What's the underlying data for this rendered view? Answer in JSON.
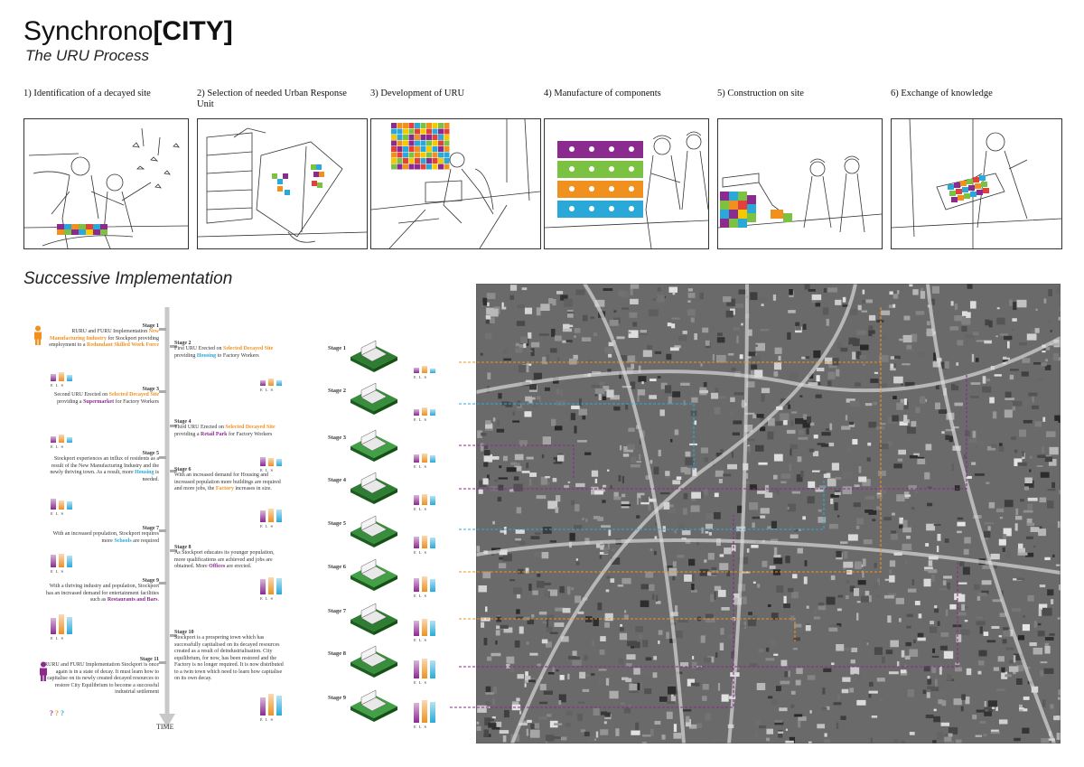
{
  "header": {
    "title_plain": "Synchrono",
    "title_bold": "[CITY]",
    "subtitle": "The URU Process"
  },
  "process_steps": [
    {
      "label": "1) Identification of a decayed site"
    },
    {
      "label": "2) Selection of needed Urban Response Unit"
    },
    {
      "label": "3) Development of URU"
    },
    {
      "label": "4) Manufacture of components"
    },
    {
      "label": "5) Construction on site"
    },
    {
      "label": "6) Exchange of knowledge"
    }
  ],
  "section": {
    "title": "Successive Implementation"
  },
  "timeline": {
    "axis_label": "TIME",
    "els": [
      "E",
      "L",
      "S"
    ],
    "unknown": "?"
  },
  "stages_left": [
    {
      "title": "Stage 1",
      "parts": [
        [
          "",
          "RURU and FURU Implementation "
        ],
        [
          "o",
          "New Manufacturing Industry"
        ],
        [
          "",
          " for Stockport providing employment to a "
        ],
        [
          "o",
          "Redundant Skilled Work Force"
        ]
      ]
    },
    {
      "title": "Stage 3",
      "parts": [
        [
          "",
          "Second URU Erected on "
        ],
        [
          "o",
          "Selected Decayed Site"
        ],
        [
          "",
          " providing a "
        ],
        [
          "p",
          "Supermarket"
        ],
        [
          "",
          " for Factory Workers"
        ]
      ]
    },
    {
      "title": "Stage 5",
      "parts": [
        [
          "",
          "Stockport experiences an influx of residents as a result of the New Manufacturing Industry and the newly thriving town. As a result, more "
        ],
        [
          "b",
          "Housing"
        ],
        [
          "",
          " is needed."
        ]
      ]
    },
    {
      "title": "Stage 7",
      "parts": [
        [
          "",
          "With an increased population, Stockport requires more "
        ],
        [
          "b",
          "Schools"
        ],
        [
          "",
          " are required"
        ]
      ]
    },
    {
      "title": "Stage 9",
      "parts": [
        [
          "",
          "With a thriving industry and population, Stockport has an increased demand for entertainment facilities such as "
        ],
        [
          "p",
          "Restaurants and Bars"
        ],
        [
          "",
          "."
        ]
      ]
    },
    {
      "title": "Stage 11",
      "parts": [
        [
          "",
          "RURU and FURU Implementation Stockport is once again is in a state of decay. It must learn how to capitalise on its newly created decayed resources to restore City Equilibrium to become a successful industrial settlement"
        ]
      ]
    }
  ],
  "stages_right": [
    {
      "title": "Stage 2",
      "parts": [
        [
          "",
          "First URU Erected on "
        ],
        [
          "o",
          "Selected Decayed Site"
        ],
        [
          "",
          " providing "
        ],
        [
          "b",
          "Housing"
        ],
        [
          "",
          " to Factory Workers"
        ]
      ]
    },
    {
      "title": "Stage 4",
      "parts": [
        [
          "",
          "Third URU Erected on "
        ],
        [
          "o",
          "Selected Decayed Site"
        ],
        [
          "",
          " providing a "
        ],
        [
          "p",
          "Retail Park"
        ],
        [
          "",
          " for Factory Workers"
        ]
      ]
    },
    {
      "title": "Stage 6",
      "parts": [
        [
          "",
          "With an increased demand for Housing and increased population more buildings are required and more jobs, the "
        ],
        [
          "o",
          "Factory"
        ],
        [
          "",
          " increases in size."
        ]
      ]
    },
    {
      "title": "Stage 8",
      "parts": [
        [
          "",
          "As Stockport educates its younger population, more qualifications are achieved and jobs are obtained. More "
        ],
        [
          "p",
          "Offices"
        ],
        [
          "",
          " are erected."
        ]
      ]
    },
    {
      "title": "Stage 10",
      "parts": [
        [
          "",
          "Stockport is a prospering town which has successfully capitalised on its decayed resources created as a result of deindustrialisation. City equilibrium, for now, has been restored and the Factory is no longer required. It is now distributed to a twin town which need to learn how capitalise on its own decay."
        ]
      ]
    }
  ],
  "map_stages": [
    "Stage 1",
    "Stage 2",
    "Stage 3",
    "Stage 4",
    "Stage 5",
    "Stage 6",
    "Stage 7",
    "Stage 8",
    "Stage 9"
  ],
  "colors": {
    "orange": "#f0901e",
    "blue": "#2aa9d9",
    "purple": "#8b2a8f",
    "green": "#7cc242",
    "red": "#e2403a",
    "yellow": "#f5c800"
  }
}
